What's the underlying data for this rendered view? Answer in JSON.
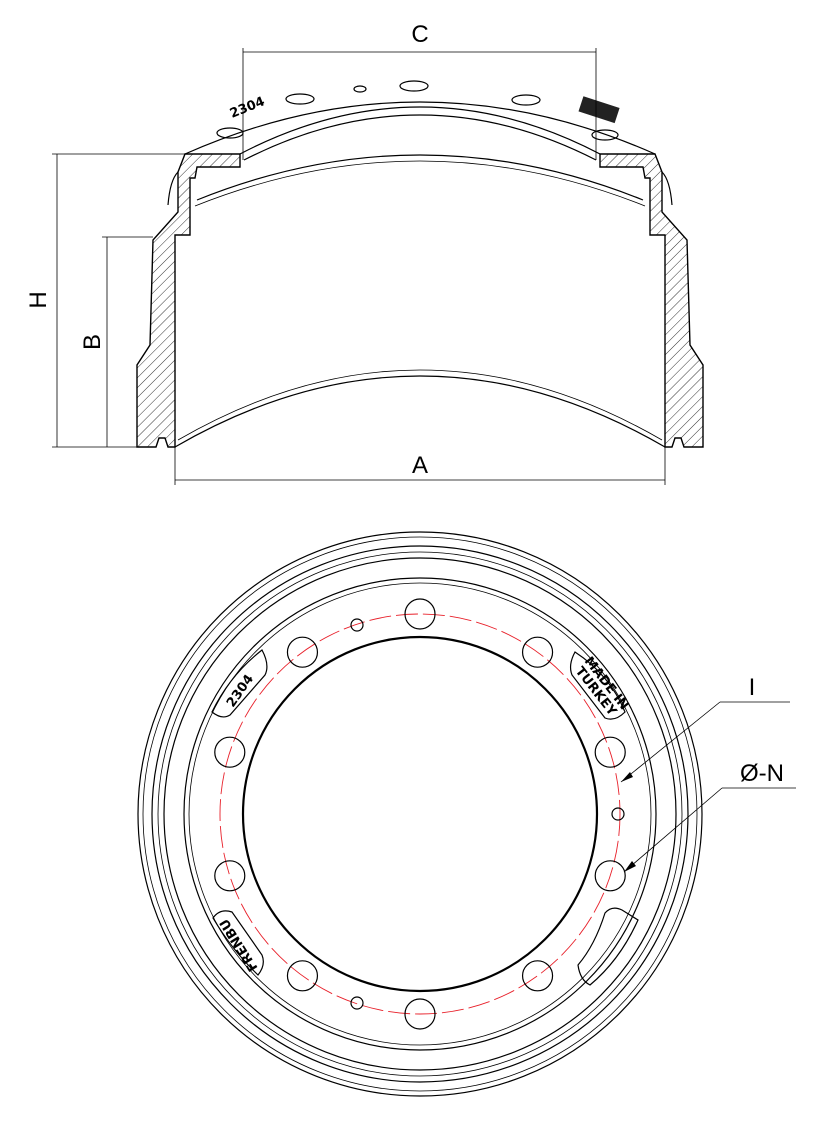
{
  "dimensions": {
    "c": "C",
    "h": "H",
    "b": "B",
    "a": "A",
    "i": "I",
    "n": "Ø-N"
  },
  "markings": {
    "part_number": "2304",
    "origin_line1": "MADE IN",
    "origin_line2": "TURKEY",
    "brand": "FRENBU"
  },
  "colors": {
    "line": "#000000",
    "bolt_circle": "#e8202a"
  }
}
